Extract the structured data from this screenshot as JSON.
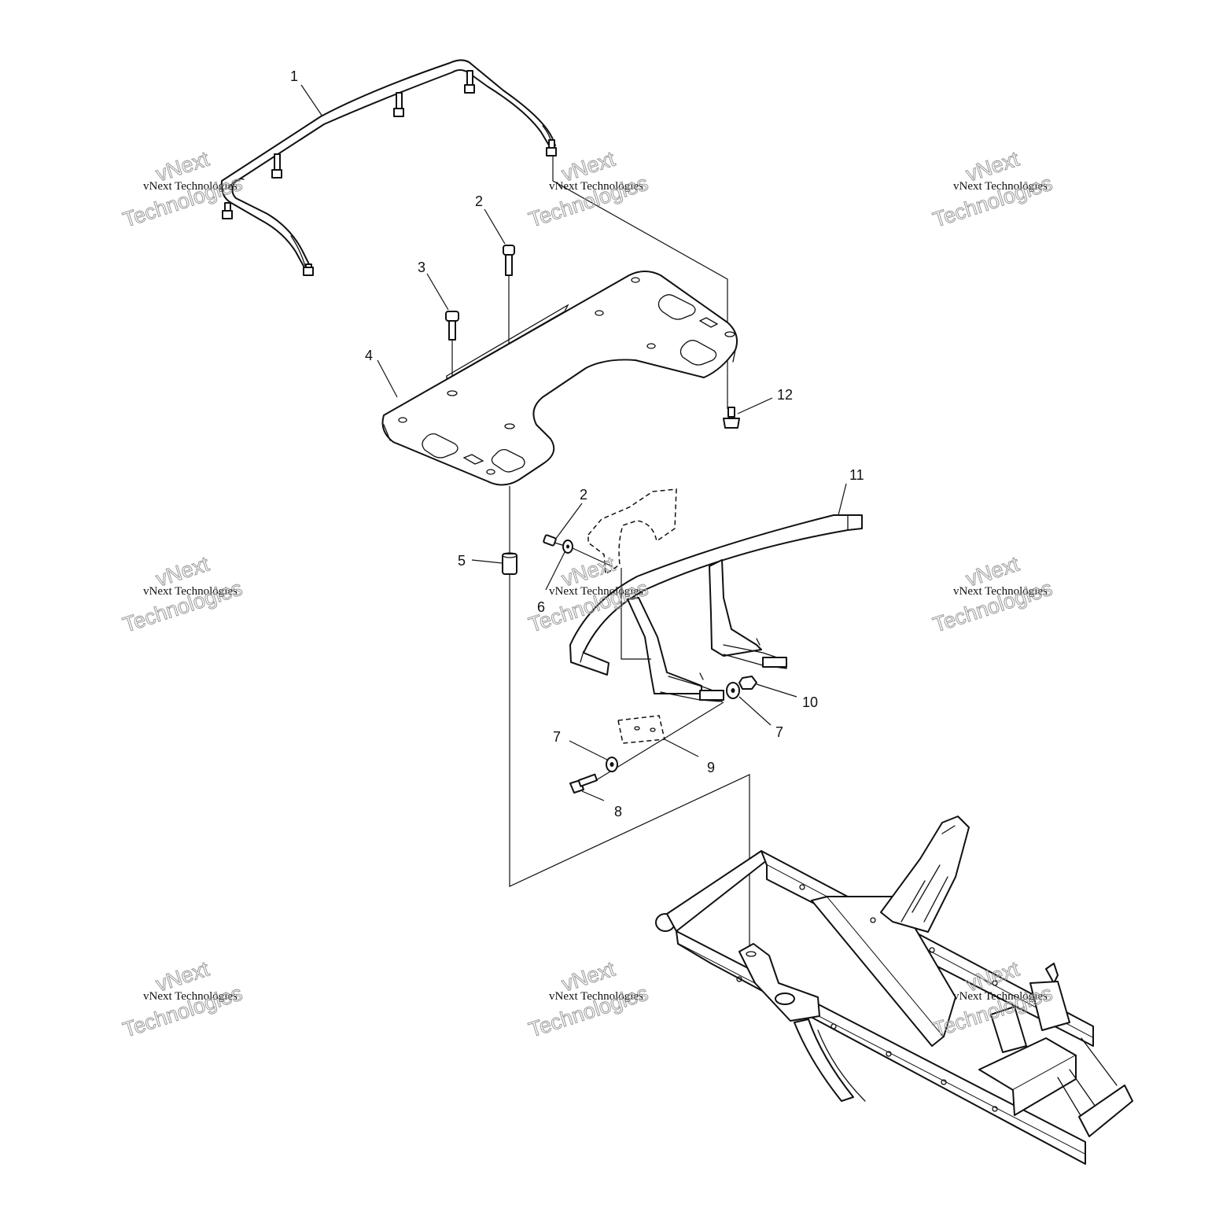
{
  "watermark": {
    "line1": "vNext Technologies",
    "line2": "vNext",
    "line3": "Technologies"
  },
  "callouts": {
    "c1": "1",
    "c2a": "2",
    "c3": "3",
    "c4": "4",
    "c12": "12",
    "c11": "11",
    "c2b": "2",
    "c5": "5",
    "c6": "6",
    "c10": "10",
    "c7a": "7",
    "c7b": "7",
    "c9": "9",
    "c8": "8"
  },
  "colors": {
    "ink": "#111111",
    "paper": "#ffffff",
    "watermark_outline": "#9a9a9a"
  }
}
